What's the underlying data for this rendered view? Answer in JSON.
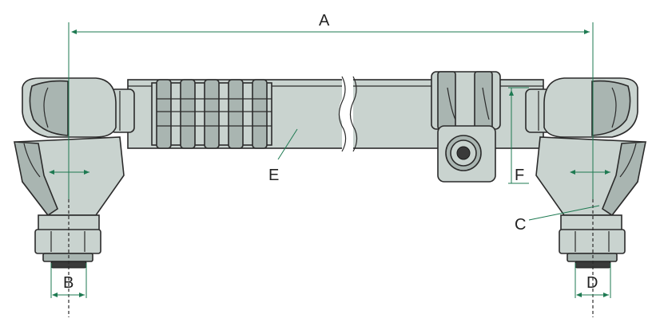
{
  "diagram": {
    "labels": {
      "a": "A",
      "b": "B",
      "c": "C",
      "d": "D",
      "e": "E",
      "f": "F"
    },
    "colors": {
      "metal": "#c9d3cf",
      "metal_dark": "#a9b5b1",
      "dimension": "#1e7a52",
      "outline": "#2b2b2b"
    }
  }
}
